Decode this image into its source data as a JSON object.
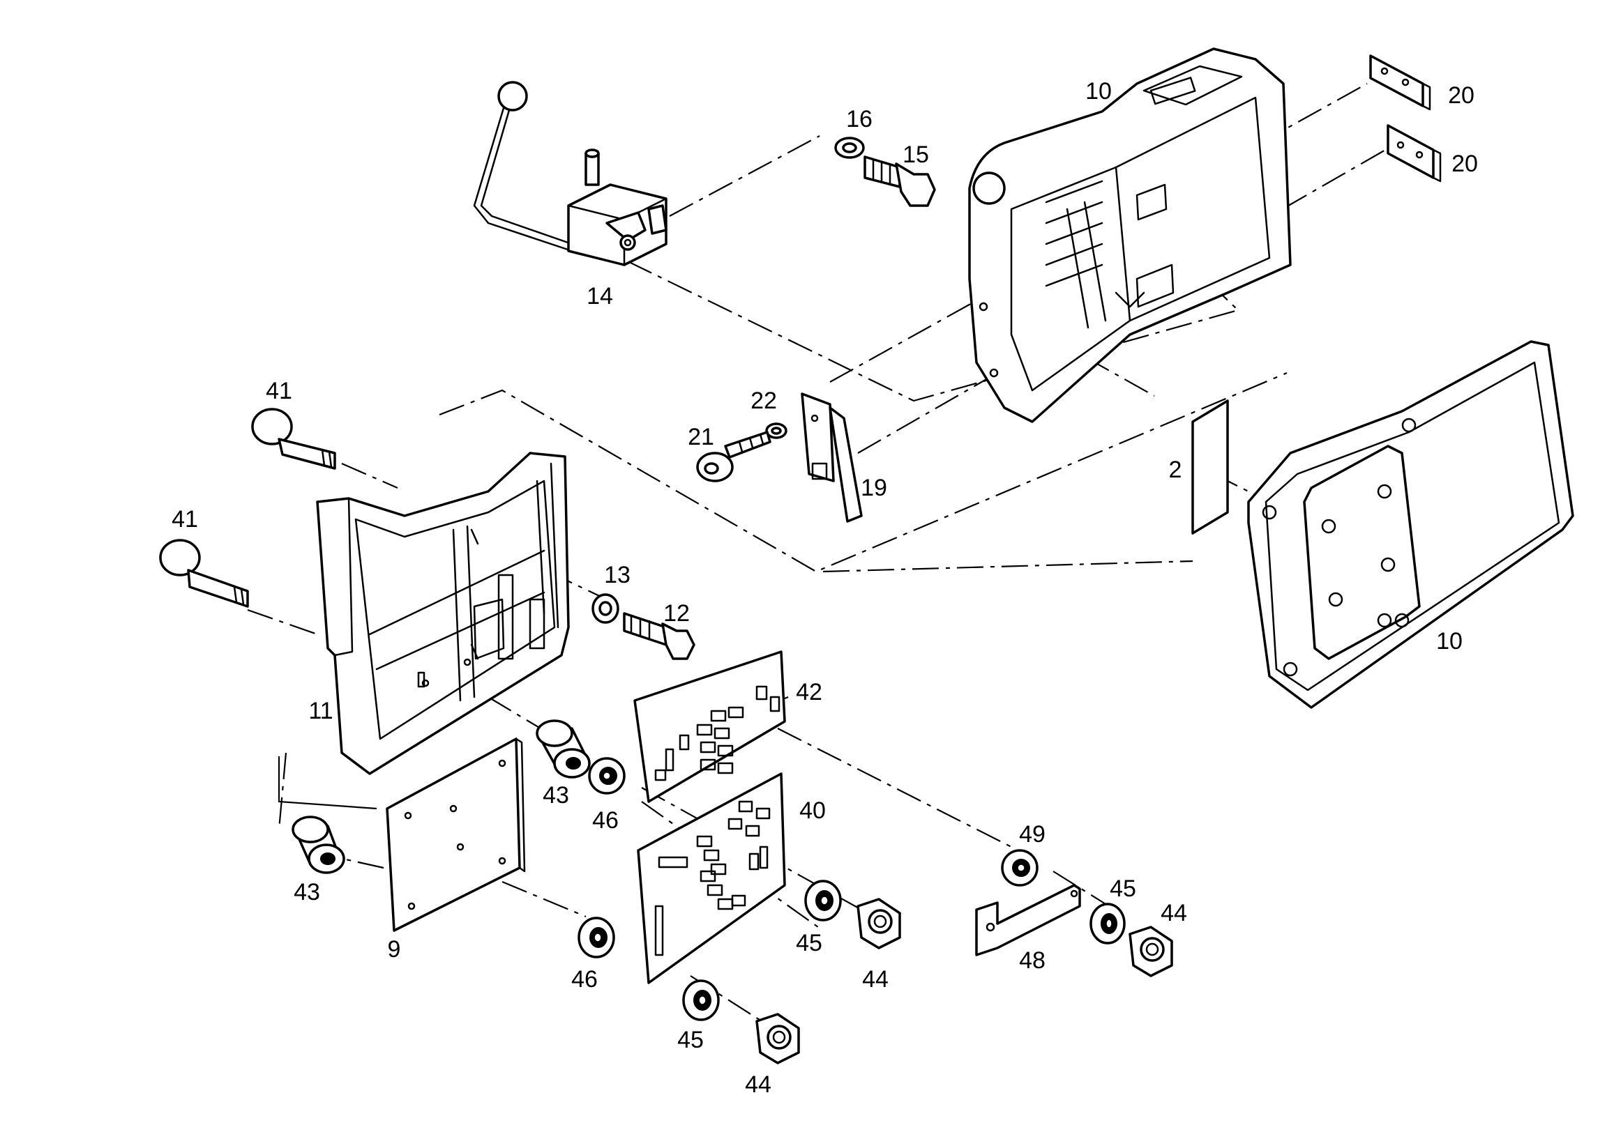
{
  "callouts": [
    {
      "id": "c-10-top",
      "text": "10"
    },
    {
      "id": "c-20-a",
      "text": "20"
    },
    {
      "id": "c-20-b",
      "text": "20"
    },
    {
      "id": "c-16",
      "text": "16"
    },
    {
      "id": "c-15",
      "text": "15"
    },
    {
      "id": "c-14",
      "text": "14"
    },
    {
      "id": "c-41-a",
      "text": "41"
    },
    {
      "id": "c-41-b",
      "text": "41"
    },
    {
      "id": "c-22",
      "text": "22"
    },
    {
      "id": "c-21",
      "text": "21"
    },
    {
      "id": "c-19",
      "text": "19"
    },
    {
      "id": "c-2",
      "text": "2"
    },
    {
      "id": "c-13",
      "text": "13"
    },
    {
      "id": "c-12",
      "text": "12"
    },
    {
      "id": "c-10-right",
      "text": "10"
    },
    {
      "id": "c-42",
      "text": "42"
    },
    {
      "id": "c-11",
      "text": "11"
    },
    {
      "id": "c-43-a",
      "text": "43"
    },
    {
      "id": "c-46-a",
      "text": "46"
    },
    {
      "id": "c-40",
      "text": "40"
    },
    {
      "id": "c-49",
      "text": "49"
    },
    {
      "id": "c-43-b",
      "text": "43"
    },
    {
      "id": "c-45-a",
      "text": "45"
    },
    {
      "id": "c-44-a",
      "text": "44"
    },
    {
      "id": "c-45-b",
      "text": "45"
    },
    {
      "id": "c-44-b",
      "text": "44"
    },
    {
      "id": "c-9",
      "text": "9"
    },
    {
      "id": "c-48",
      "text": "48"
    },
    {
      "id": "c-46-b",
      "text": "46"
    },
    {
      "id": "c-45-c",
      "text": "45"
    },
    {
      "id": "c-44-c",
      "text": "44"
    }
  ]
}
